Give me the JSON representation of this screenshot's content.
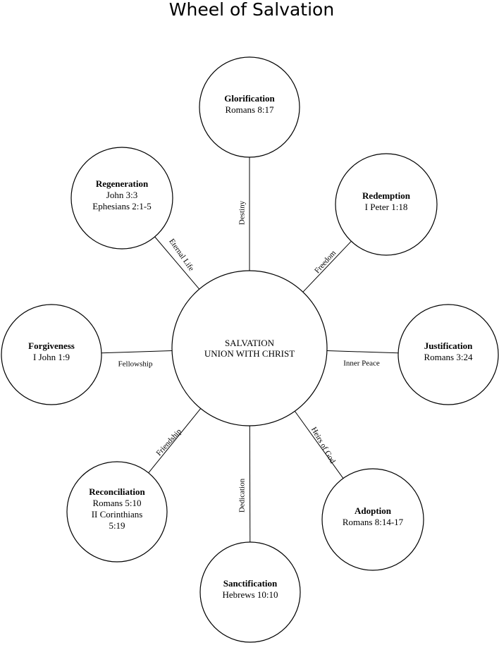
{
  "title": "Wheel of Salvation",
  "center": {
    "title": "SALVATION",
    "subtitle": "UNION WITH CHRIST"
  },
  "nodes": [
    {
      "id": "glorification",
      "title": "Glorification",
      "lines": [
        "Romans 8:17"
      ],
      "edge_label": "Destiny"
    },
    {
      "id": "redemption",
      "title": "Redemption",
      "lines": [
        "I Peter 1:18"
      ],
      "edge_label": "Freedom"
    },
    {
      "id": "justification",
      "title": "Justification",
      "lines": [
        "Romans 3:24"
      ],
      "edge_label": "Inner Peace"
    },
    {
      "id": "adoption",
      "title": "Adoption",
      "lines": [
        "Romans 8:14-17"
      ],
      "edge_label": "Heirs of God"
    },
    {
      "id": "sanctification",
      "title": "Sanctification",
      "lines": [
        "Hebrews 10:10"
      ],
      "edge_label": "Dedication"
    },
    {
      "id": "reconciliation",
      "title": "Reconciliation",
      "lines": [
        "Romans 5:10",
        "II Corinthians",
        "5:19"
      ],
      "edge_label": "Friendship"
    },
    {
      "id": "forgiveness",
      "title": "Forgiveness",
      "lines": [
        "I John 1:9"
      ],
      "edge_label": "Fellowship"
    },
    {
      "id": "regeneration",
      "title": "Regeneration",
      "lines": [
        "John 3:3",
        "Ephesians 2:1-5"
      ],
      "edge_label": "Eternal Life"
    }
  ]
}
